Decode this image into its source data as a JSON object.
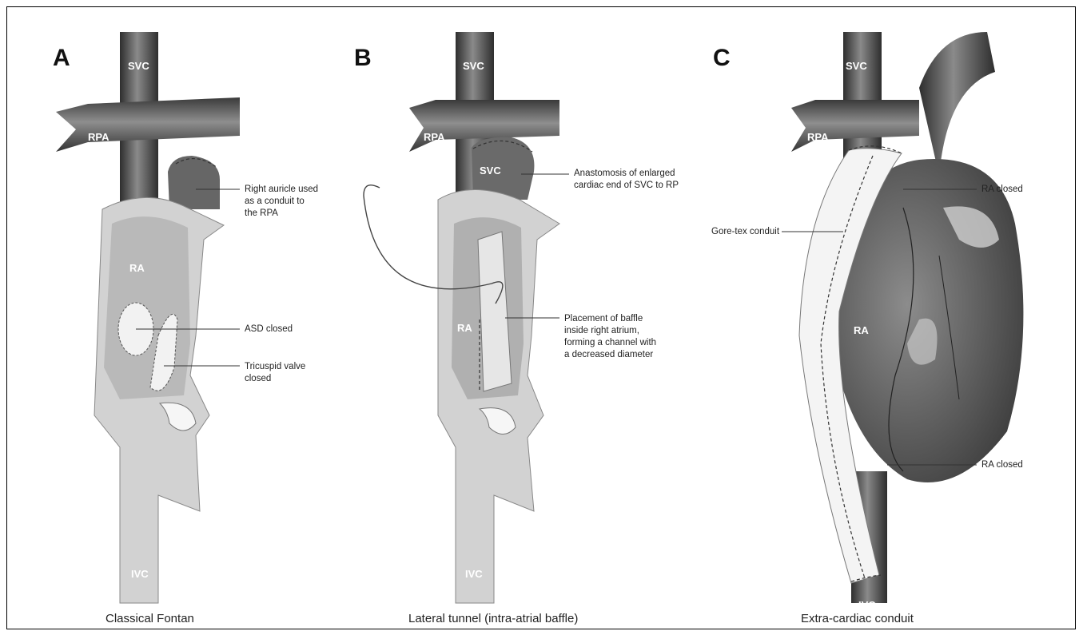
{
  "panels": [
    {
      "letter": "A",
      "caption": "Classical Fontan",
      "vessel_labels": {
        "svc": "SVC",
        "rpa": "RPA",
        "ra": "RA",
        "ivc": "IVC"
      },
      "annotations": [
        [
          "Right auricle used",
          "as a conduit to",
          "the RPA"
        ],
        [
          "ASD closed"
        ],
        [
          "Tricuspid valve",
          "closed"
        ]
      ]
    },
    {
      "letter": "B",
      "caption": "Lateral tunnel (intra-atrial baffle)",
      "vessel_labels": {
        "svc": "SVC",
        "rpa": "RPA",
        "svc2": "SVC",
        "ra": "RA",
        "ivc": "IVC"
      },
      "annotations": [
        [
          "Anastomosis of enlarged",
          "cardiac end of SVC to RP"
        ],
        [
          "Placement of baffle",
          "inside right atrium,",
          "forming a channel with",
          "a decreased diameter"
        ]
      ]
    },
    {
      "letter": "C",
      "caption": "Extra-cardiac conduit",
      "vessel_labels": {
        "svc": "SVC",
        "rpa": "RPA",
        "ra": "RA",
        "ivc": "IVC"
      },
      "annotations": [
        [
          "RA closed"
        ],
        [
          "Gore-tex conduit"
        ],
        [
          "RA closed"
        ]
      ]
    }
  ],
  "colors": {
    "vessel": "#5a5a5a",
    "vessel_dark": "#3a3a3a",
    "atrium": "#b9b9b9",
    "wall": "#d4d4d4",
    "conduit": "#f4f4f4"
  }
}
